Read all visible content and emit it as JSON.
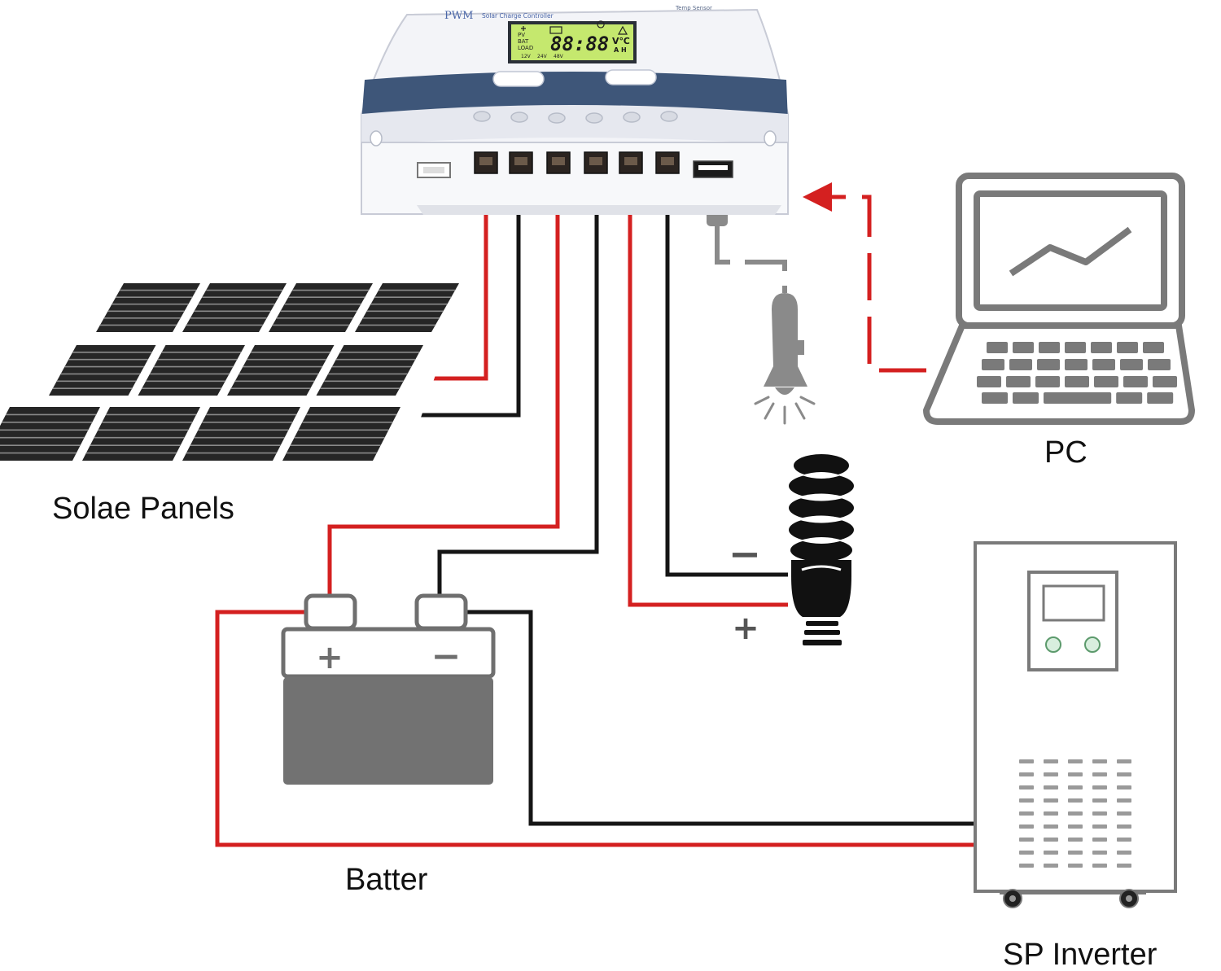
{
  "controller": {
    "brand": "PWM",
    "subtitle": "Solar Charge Controller",
    "temp_sensor_label": "Temp\nSensor",
    "lcd": {
      "digits": "88:88",
      "unit_top": "V℃",
      "unit_bottom": "A H",
      "row_labels": [
        "PV",
        "BAT",
        "LOAD"
      ],
      "voltages": [
        "12V",
        "24V",
        "48V"
      ]
    }
  },
  "labels": {
    "solar_panels": "Solae Panels",
    "battery": "Batter",
    "pc": "PC",
    "inverter": "SP Inverter"
  },
  "battery": {
    "plus": "+",
    "minus": "−"
  },
  "load": {
    "minus": "−",
    "plus": "+"
  },
  "colors": {
    "positive_wire": "#d42020",
    "negative_wire": "#151515",
    "usb_cable": "#8a8a8a",
    "device_gray": "#7a7a7a",
    "controller_band": "#3e5679",
    "lcd_green": "#c5e86e"
  }
}
